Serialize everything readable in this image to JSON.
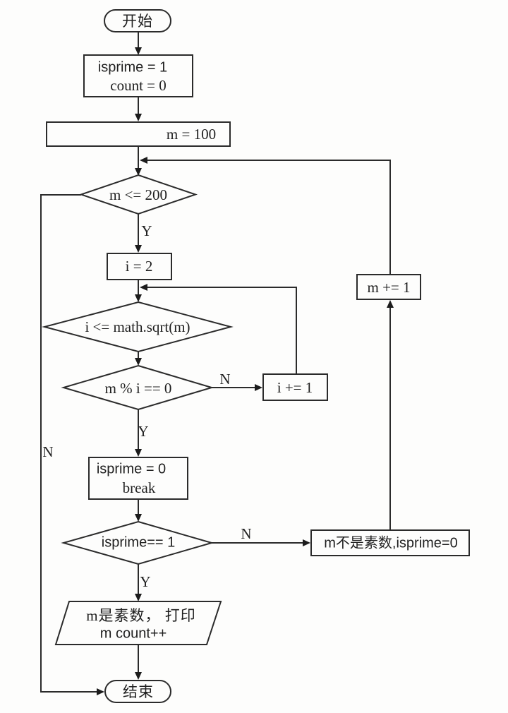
{
  "diagram": {
    "type": "flowchart",
    "colors": {
      "ink": "#2b2b2b",
      "background": "#fdfdfc"
    },
    "nodes": {
      "start": {
        "label": "开始",
        "shape": "terminator"
      },
      "init": {
        "lines": [
          "isprime = 1",
          "count = 0"
        ],
        "shape": "process"
      },
      "m100": {
        "label": "m = 100",
        "shape": "process"
      },
      "cond_m": {
        "label": "m <= 200",
        "shape": "decision"
      },
      "i2": {
        "label": "i = 2",
        "shape": "process"
      },
      "cond_sqrt": {
        "label": "i <= math.sqrt(m)",
        "shape": "decision"
      },
      "cond_mod": {
        "label": "m % i == 0",
        "shape": "decision"
      },
      "inc_i": {
        "label": "i += 1",
        "shape": "process"
      },
      "set0": {
        "lines": [
          "isprime = 0",
          "break"
        ],
        "shape": "process"
      },
      "cond_isprime": {
        "label": "isprime== 1",
        "shape": "decision"
      },
      "not_prime": {
        "label": "m不是素数,isprime=0",
        "shape": "process"
      },
      "inc_m": {
        "label": "m += 1",
        "shape": "process"
      },
      "print": {
        "lines": [
          "m是素数， 打印",
          "m count++"
        ],
        "shape": "io-parallelogram"
      },
      "end": {
        "label": "结束",
        "shape": "terminator"
      }
    },
    "edge_labels": {
      "cond_m_yes": "Y",
      "cond_m_no": "N",
      "cond_mod_yes": "Y",
      "cond_mod_no": "N",
      "cond_isprime_yes": "Y",
      "cond_isprime_no": "N"
    }
  }
}
